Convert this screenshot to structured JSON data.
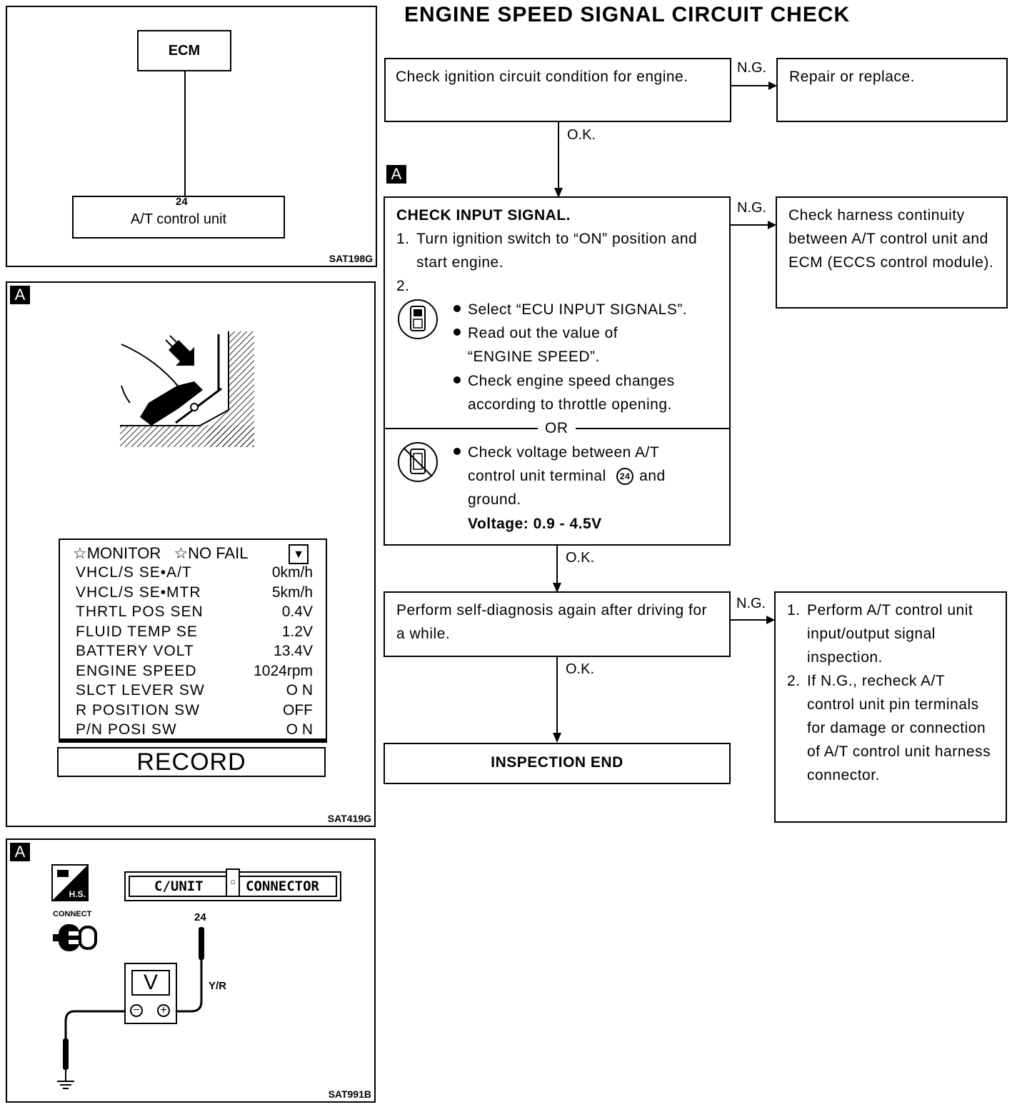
{
  "title": "ENGINE SPEED SIGNAL CIRCUIT CHECK",
  "fig1": {
    "ecm": "ECM",
    "pin": "24",
    "unit": "A/T control unit",
    "id": "SAT198G"
  },
  "fig2": {
    "tag": "A",
    "monitor": "MONITOR",
    "nofail": "NO FAIL",
    "rows": [
      {
        "label": "VHCL/S SE•A/T",
        "value": "0km/h"
      },
      {
        "label": "VHCL/S SE•MTR",
        "value": "5km/h"
      },
      {
        "label": "THRTL POS SEN",
        "value": "0.4V"
      },
      {
        "label": "FLUID TEMP SE",
        "value": "1.2V"
      },
      {
        "label": "BATTERY VOLT",
        "value": "13.4V"
      },
      {
        "label": "ENGINE SPEED",
        "value": "1024rpm"
      },
      {
        "label": "SLCT LEVER SW",
        "value": "O N"
      },
      {
        "label": "R POSITION SW",
        "value": "OFF"
      },
      {
        "label": "P/N POSI SW",
        "value": "O N"
      }
    ],
    "record": "RECORD",
    "id": "SAT419G"
  },
  "fig3": {
    "tag": "A",
    "hs": "H.S.",
    "connect": "CONNECT",
    "cunit": "C/UNIT",
    "connector": "CONNECTOR",
    "pin": "24",
    "wire": "Y/R",
    "meter": "V",
    "id": "SAT991B"
  },
  "flow": {
    "tag": "A",
    "box1": "Check ignition circuit condition for engine.",
    "ng1_label": "N.G.",
    "box1_ng": "Repair or replace.",
    "ok1": "O.K.",
    "box2_heading": "CHECK INPUT SIGNAL.",
    "box2_step1_num": "1.",
    "box2_step1": "Turn ignition switch to “ON” position and start engine.",
    "box2_step2_num": "2.",
    "box2_b1": "Select “ECU INPUT SIGNALS”.",
    "box2_b2": "Read out the value of “ENGINE SPEED”.",
    "box2_b3": "Check engine speed changes according to throttle opening.",
    "or": "OR",
    "box2_b4_a": "Check voltage between A/T control unit terminal",
    "box2_b4_pin": "24",
    "box2_b4_b": "and ground.",
    "voltage": "Voltage: 0.9 - 4.5V",
    "ng2_label": "N.G.",
    "box2_ng": "Check harness continuity between A/T control unit and ECM (ECCS control module).",
    "ok2": "O.K.",
    "box3": "Perform self-diagnosis again after driving for a while.",
    "ng3_label": "N.G.",
    "box3_ng_1": "Perform A/T control unit input/output signal inspection.",
    "box3_ng_2": "If N.G., recheck A/T control unit pin terminals for damage or connection of A/T control unit harness connector.",
    "ok3": "O.K.",
    "end": "INSPECTION END"
  }
}
